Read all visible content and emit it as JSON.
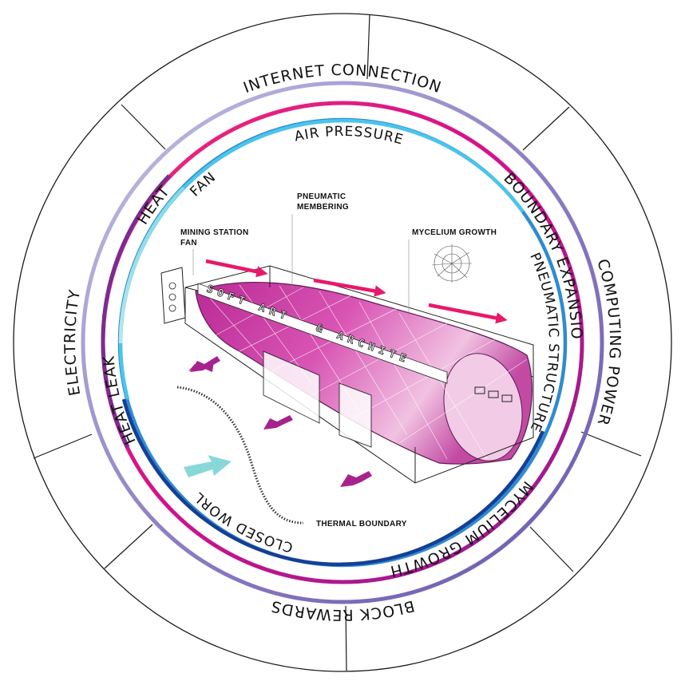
{
  "outer_ring": {
    "internet_connection": "INTERNET CONNECTION",
    "computing_power": "COMPUTING POWER",
    "block_rewards": "BLOCK REWARDS",
    "electricity": "ELECTRICITY"
  },
  "middle_ring": {
    "heat": "HEAT",
    "boundary_expansion": "BOUNDARY EXPANSION",
    "mycelium_growth": "MYCELIUM GROWTH",
    "heat_leak": "HEAT LEAK"
  },
  "inner_ring": {
    "air_pressure": "AIR PRESSURE",
    "pneumatic_structure": "PNEUMATIC STRUCTURE",
    "closed_world": "CLOSED WORL",
    "fan": "FAN"
  },
  "callouts": {
    "pneumatic_membering_line1": "PNEUMATIC",
    "pneumatic_membering_line2": "MEMBERING",
    "mining_station_line1": "MINING STATION",
    "mining_station_line2": "FAN",
    "mycelium_growth": "MYCELIUM GROWTH",
    "thermal_boundary": "THERMAL BOUNDARY"
  },
  "banner": {
    "left": "SOFT ART",
    "right": "& ARCHITE"
  },
  "colors": {
    "outer_ring": "#8f80c4",
    "middle_ring": "#e6197a",
    "inner_ring": "#3cb8e6",
    "membrane": "#d63fa8",
    "arrow_red": "#e8196a",
    "arrow_purple": "#a6238e",
    "arrow_teal": "#88d8d8"
  }
}
